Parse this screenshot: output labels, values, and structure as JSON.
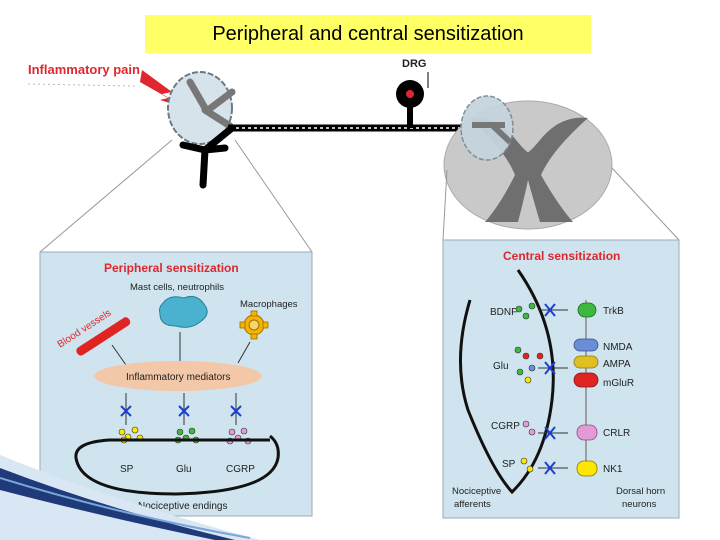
{
  "title": "Peripheral and central sensitization",
  "top": {
    "inflammatory_pain": "Inflammatory pain",
    "drg": "DRG"
  },
  "peripheral": {
    "heading": "Peripheral sensitization",
    "mast_cells": "Mast cells, neutrophils",
    "macrophages": "Macrophages",
    "blood_vessels": "Blood vessels",
    "mediators": "Inflammatory mediators",
    "endings": [
      "SP",
      "Glu",
      "CGRP"
    ],
    "nociceptive_endings": "Nociceptive endings"
  },
  "central": {
    "heading": "Central sensitization",
    "left_labels": [
      "BDNF",
      "Glu",
      "CGRP",
      "SP"
    ],
    "receptors": [
      "TrkB",
      "NMDA",
      "AMPA",
      "mGluR",
      "CRLR",
      "NK1"
    ],
    "nociceptive_afferents_1": "Nociceptive",
    "nociceptive_afferents_2": "afferents",
    "dorsal_horn_1": "Dorsal horn",
    "dorsal_horn_2": "neurons"
  },
  "colors": {
    "title_bg": "#ffff66",
    "panel_bg": "#cfe4ee",
    "heading_red": "#e0262e",
    "mast": "#4ab2cf",
    "macrophage": "#f4b400",
    "vessel": "#e02424",
    "mediator": "#f2c8a8",
    "block": "#1a3fd1",
    "trkb": "#3fb83f",
    "nmda": "#6b8dd6",
    "ampa": "#e0c020",
    "mglur": "#e02424",
    "crlr": "#e59ad8",
    "nk1": "#ffe600"
  }
}
